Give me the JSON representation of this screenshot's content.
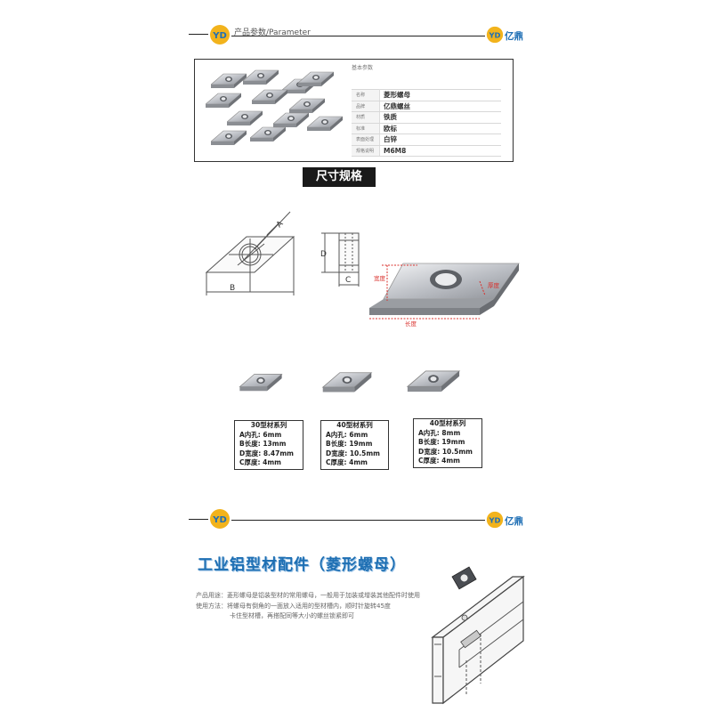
{
  "header": {
    "title": "产品参数/Parameter",
    "brand": "亿鼎"
  },
  "params": {
    "heading": "基本参数",
    "rows": [
      {
        "label": "名称",
        "value": "菱形螺母"
      },
      {
        "label": "品牌",
        "value": "亿鼎螺丝"
      },
      {
        "label": "材质",
        "value": "铁质"
      },
      {
        "label": "标准",
        "value": "欧标"
      },
      {
        "label": "表面处理",
        "value": "白锌"
      },
      {
        "label": "规格说明",
        "value": "M6M8"
      }
    ]
  },
  "size_section": {
    "title": "尺寸规格",
    "drawing_labels": {
      "a": "A",
      "b": "B",
      "c": "C",
      "d": "D"
    },
    "photo_labels": {
      "width": "宽度",
      "thickness": "厚度",
      "length": "长度"
    }
  },
  "specs": [
    {
      "title": "30型材系列",
      "lines": [
        "A内孔: 6mm",
        "B长度: 13mm",
        "D宽度: 8.47mm",
        "C厚度: 4mm"
      ]
    },
    {
      "title": "40型材系列",
      "lines": [
        "A内孔: 6mm",
        "B长度: 19mm",
        "D宽度: 10.5mm",
        "C厚度: 4mm"
      ]
    },
    {
      "title": "40型材系列",
      "lines": [
        "A内孔: 8mm",
        "B长度: 19mm",
        "D宽度: 10.5mm",
        "C厚度: 4mm"
      ]
    }
  ],
  "application": {
    "title": "工业铝型材配件（菱形螺母）",
    "usage_line": "产品用途：菱形螺母是铝装型材的常用螺母，一般用于加装或增装其他配件时使用",
    "method_line1": "使用方法：将螺母有倒角的一面放入适用的型材槽内，顺时针旋转45度",
    "method_line2": "卡住型材槽，再搭配同等大小的螺丝锁紧即可"
  },
  "colors": {
    "brand_blue": "#1f6fb5",
    "logo_yellow": "#f2b31c",
    "dimension_red": "#d9302c"
  }
}
